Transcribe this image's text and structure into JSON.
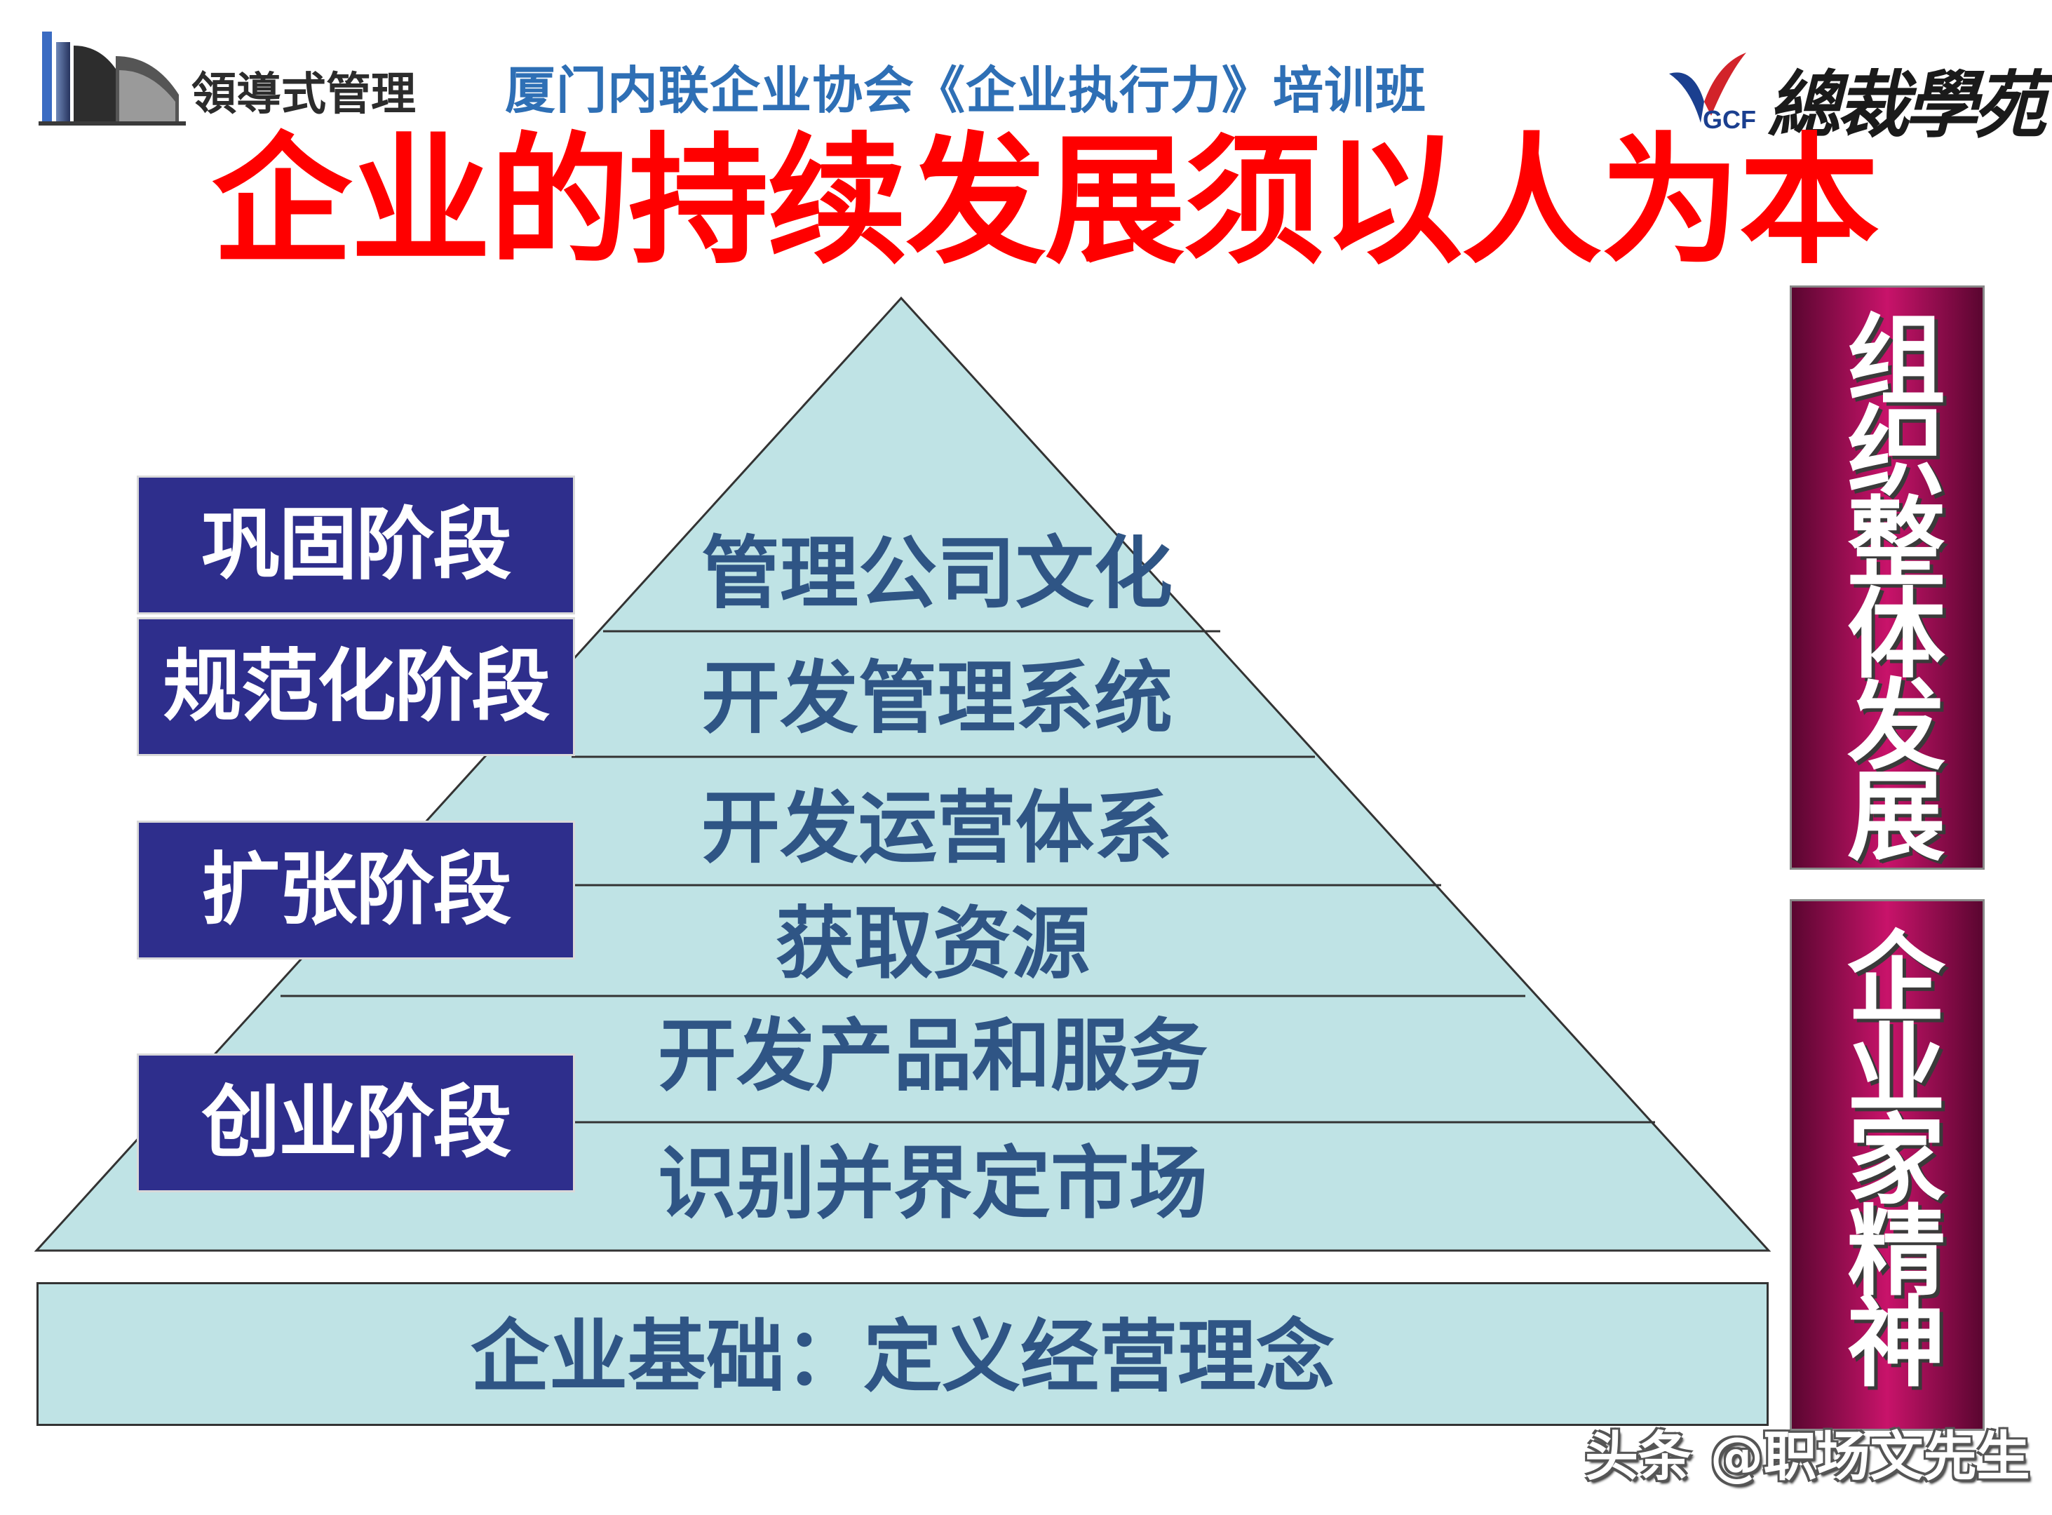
{
  "header": {
    "left_logo_text": "領導式管理",
    "subtitle": "厦门内联企业协会《企业执行力》培训班",
    "right_logo_text": "總裁學苑",
    "right_logo_mark": "GCF"
  },
  "title": "企业的持续发展须以人为本",
  "pyramid": {
    "layers": [
      "管理公司文化",
      "开发管理系统",
      "开发运营体系",
      "获取资源",
      "开发产品和服务",
      "识别并界定市场"
    ],
    "foundation": "企业基础：定义经营理念"
  },
  "stages": [
    "巩固阶段",
    "规范化阶段",
    "扩张阶段",
    "创业阶段"
  ],
  "side_bars": [
    "组织整体发展",
    "企业家精神"
  ],
  "watermark": "头条 @职场文先生",
  "colors": {
    "title": "#ff0000",
    "subtitle": "#2e6fb5",
    "pyramid_fill": "#bfe3e5",
    "pyramid_text": "#2f5585",
    "stage_box": "#2e2e8c",
    "side_bar": "#c8136a"
  }
}
